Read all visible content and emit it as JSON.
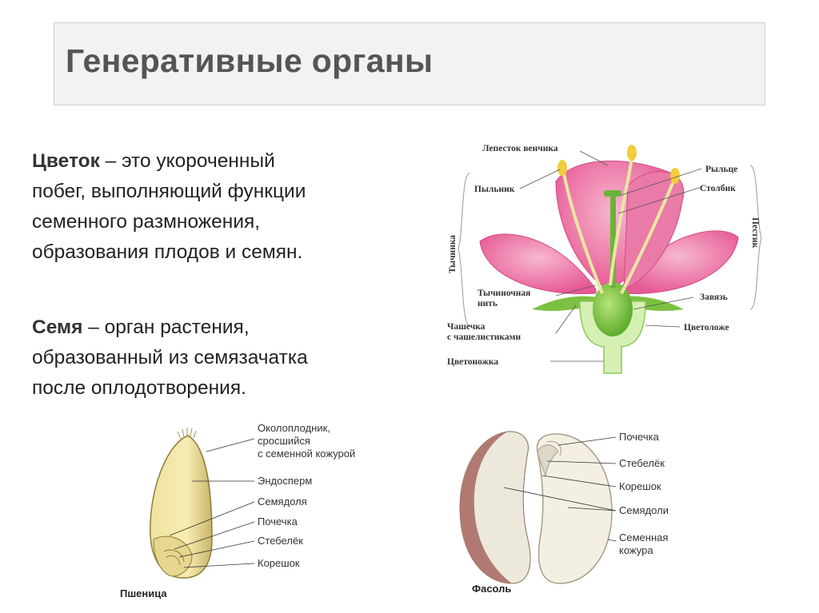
{
  "title": "Генеративные органы",
  "flower_def": {
    "term": "Цветок",
    "line1_rest": " – это укороченный",
    "line2": "побег, выполняющий функции",
    "line3": "семенного размножения,",
    "line4": "образования плодов и семян."
  },
  "seed_def": {
    "term": "Семя",
    "line1_rest": " – орган растения,",
    "line2": "образованный из семязачатка",
    "line3": "после оплодотворения."
  },
  "flower_diagram": {
    "petal": "Лепесток венчика",
    "anther": "Пыльник",
    "stigma": "Рыльце",
    "style": "Столбик",
    "stamen": "Тычинка",
    "pistil": "Пестик",
    "filament_1": "Тычиночная",
    "filament_2": "нить",
    "ovary": "Завязь",
    "calyx_1": "Чашечка",
    "calyx_2": "с чашелистиками",
    "receptacle": "Цветоложе",
    "pedicel": "Цветоножка"
  },
  "wheat_diagram": {
    "pericarp_1": "Околоплодник,",
    "pericarp_2": "сросшийся",
    "pericarp_3": "с семенной кожурой",
    "endosperm": "Эндосперм",
    "cotyledon": "Семядоля",
    "bud": "Почечка",
    "stem": "Стебелёк",
    "root": "Корешок",
    "name": "Пшеница"
  },
  "bean_diagram": {
    "bud": "Почечка",
    "stem": "Стебелёк",
    "root": "Корешок",
    "cotyledons": "Семядоли",
    "coat_1": "Семенная",
    "coat_2": "кожура",
    "name": "Фасоль"
  }
}
